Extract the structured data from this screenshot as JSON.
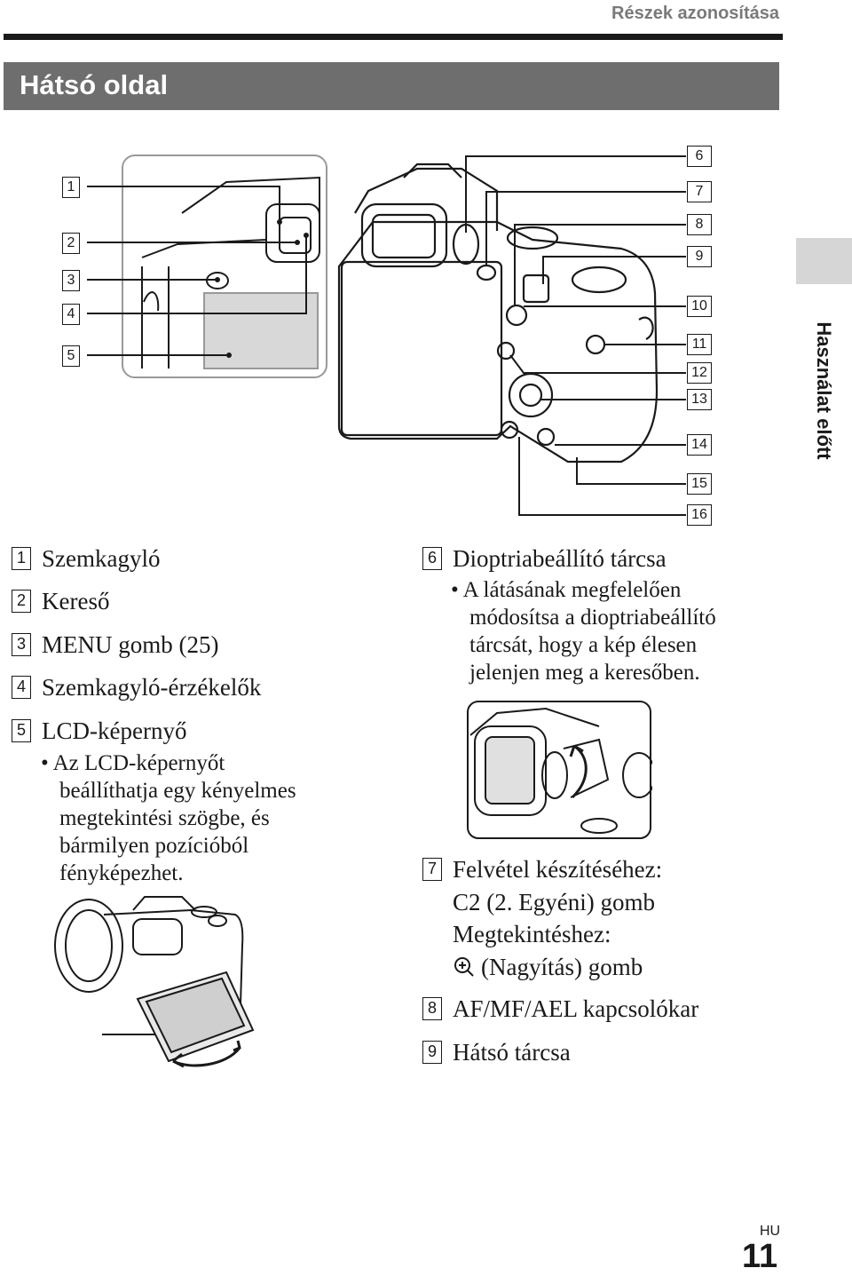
{
  "header": {
    "section": "Részek azonosítása"
  },
  "title": "Hátsó oldal",
  "side_label": "Használat előtt",
  "callouts_left": [
    "1",
    "2",
    "3",
    "4",
    "5"
  ],
  "callouts_right": [
    "6",
    "7",
    "8",
    "9",
    "10",
    "11",
    "12",
    "13",
    "14",
    "15",
    "16"
  ],
  "items_left": [
    {
      "num": "1",
      "label": "Szemkagyló"
    },
    {
      "num": "2",
      "label": "Kereső"
    },
    {
      "num": "3",
      "label": "MENU gomb (25)"
    },
    {
      "num": "4",
      "label": "Szemkagyló-érzékelők"
    },
    {
      "num": "5",
      "label": "LCD-képernyő"
    }
  ],
  "lcd_note": [
    "• Az LCD-képernyőt",
    "beállíthatja egy kényelmes",
    "megtekintési szögbe, és",
    "bármilyen pozícióból",
    "fényképezhet."
  ],
  "items_right": [
    {
      "num": "6",
      "label": "Dioptriabeállító tárcsa"
    },
    {
      "num": "7",
      "lines": [
        "Felvétel készítéséhez:",
        "C2 (2. Egyéni) gomb",
        "Megtekintéshez:",
        "(Nagyítás) gomb"
      ]
    },
    {
      "num": "8",
      "label": "AF/MF/AEL kapcsolókar"
    },
    {
      "num": "9",
      "label": "Hátsó tárcsa"
    }
  ],
  "diopter_note": [
    "• A látásának megfelelően",
    "módosítsa a dioptriabeállító",
    "tárcsát, hogy a kép élesen",
    "jelenjen meg a keresőben."
  ],
  "footer": {
    "lang": "HU",
    "page": "11"
  }
}
